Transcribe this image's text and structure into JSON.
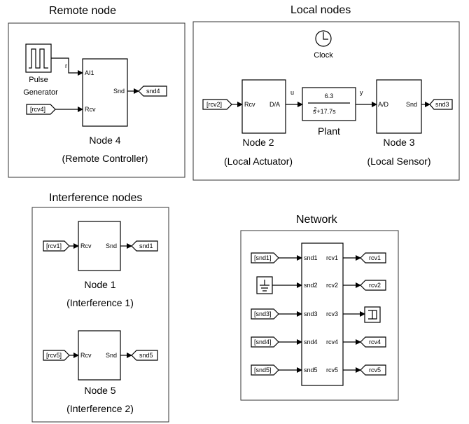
{
  "sections": {
    "remote": "Remote node",
    "local": "Local nodes",
    "interference": "Interference nodes",
    "network": "Network"
  },
  "blocks": {
    "pulse_generator": {
      "line1": "Pulse",
      "line2": "Generator"
    },
    "clock": "Clock",
    "node4": {
      "name": "Node 4",
      "role": "(Remote Controller)",
      "in1": "AI1",
      "in2": "Rcv",
      "out": "Snd"
    },
    "node2": {
      "name": "Node 2",
      "role": "(Local Actuator)",
      "in": "Rcv",
      "out": "D/A"
    },
    "node3": {
      "name": "Node 3",
      "role": "(Local Sensor)",
      "in": "A/D",
      "out": "Snd"
    },
    "plant": {
      "label": "Plant",
      "numerator": "6.3",
      "den_s": "s",
      "den_exp": "2",
      "den_rest": "+17.7s"
    },
    "node1": {
      "name": "Node 1",
      "role": "(Interference 1)",
      "in": "Rcv",
      "out": "Snd"
    },
    "node5": {
      "name": "Node 5",
      "role": "(Interference 2)",
      "in": "Rcv",
      "out": "Snd"
    },
    "network": {
      "in_ports": [
        "snd1",
        "snd2",
        "snd3",
        "snd4",
        "snd5"
      ],
      "out_ports": [
        "rcv1",
        "rcv2",
        "rcv3",
        "rcv4",
        "rcv5"
      ]
    }
  },
  "signals": {
    "r": "r",
    "u": "u",
    "y": "y"
  },
  "goto_from": {
    "rcv4": "[rcv4]",
    "snd4": "snd4",
    "rcv2": "[rcv2]",
    "snd3": "snd3",
    "rcv1": "[rcv1]",
    "snd1": "snd1",
    "rcv5": "[rcv5]",
    "snd5": "snd5",
    "net_from": [
      "[snd1]",
      "[snd3]",
      "[snd4]",
      "[snd5]"
    ],
    "net_goto": [
      "rcv1",
      "rcv2",
      "rcv4",
      "rcv5"
    ]
  }
}
